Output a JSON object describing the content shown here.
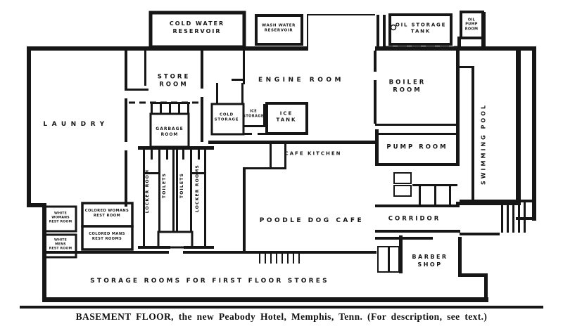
{
  "plan": {
    "ink_color": "#161616",
    "background_color": "#ffffff",
    "rooms": {
      "cold_water_reservoir": "COLD WATER\nRESERVOIR",
      "wash_water_reservoir": "WASH WATER\nRESERVOIR",
      "oil_storage_tank": "OIL STORAGE\nTANK",
      "oil_pump_room": "OIL\nPUMP\nROOM",
      "store_room": "STORE\nROOM",
      "engine_room": "ENGINE ROOM",
      "boiler_room": "BOILER\nROOM",
      "laundry": "LAUNDRY",
      "cold_storage": "COLD\nSTORAGE",
      "ice_storage": "ICE\nSTORAGE",
      "ice_tank": "ICE\nTANK",
      "garbage_room": "GARBAGE\nROOM",
      "cafe_kitchen": "CAFE KITCHEN",
      "pump_room": "PUMP ROOM",
      "swimming_pool": "SWIMMING POOL",
      "locker_room": "LOCKER ROOM",
      "toilets_1": "TOILETS",
      "toilets_2": "TOILETS",
      "locker_rooms": "LOCKER ROOMS",
      "poodle_dog_cafe": "POODLE DOG CAFE",
      "corridor": "CORRIDOR",
      "white_womans_rest_room": "WHITE\nWOMANS\nREST ROOM",
      "white_mens_rest_room": "WHITE\nMENS\nREST ROOM",
      "colored_womans_rest_room": "COLORED WOMANS\nREST ROOM",
      "colored_mans_rest_rooms": "COLORED MANS\nREST ROOMS",
      "barber_shop": "BARBER\nSHOP",
      "storage_rooms": "STORAGE ROOMS FOR FIRST FLOOR STORES"
    },
    "caption": "BASEMENT FLOOR, the new Peabody Hotel, Memphis, Tenn.   (For description, see text.)"
  }
}
